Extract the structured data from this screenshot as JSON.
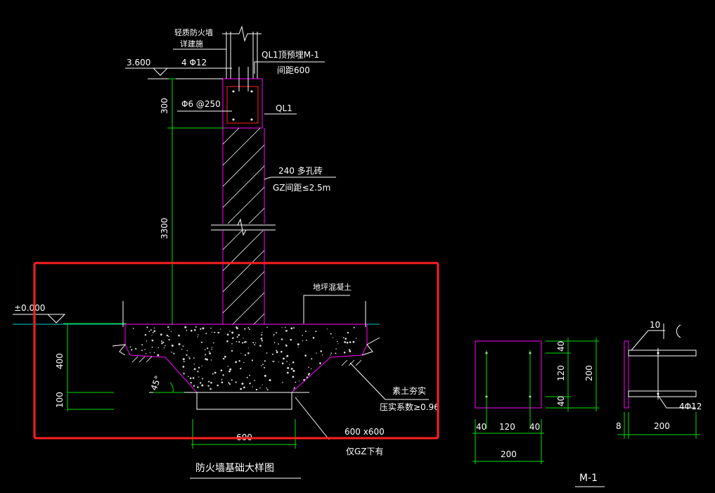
{
  "drawing": {
    "title": "防火墙基础大样图",
    "labels": {
      "wall_top_1": "轻质防火墙",
      "wall_top_2": "详建施",
      "elev_top": "3.600",
      "rebar_4": "4 Φ12",
      "ql1_embed": "QL1顶预埋M-1",
      "embed_spacing": "间距600",
      "stirrup": "Φ6 @250",
      "ql1": "QL1",
      "brick_1": "240 多孔砖",
      "brick_2": "GZ间距≤2.5m",
      "floor_concrete": "地坪混凝土",
      "elev_zero": "±0.000",
      "soil_1": "素土夯实",
      "soil_2": "压实系数≥0.96",
      "angle": "45°",
      "footing_size": "600 x600",
      "footing_note": "仅GZ下有"
    },
    "dims": {
      "d300": "300",
      "d3300": "3300",
      "d400": "400",
      "d100": "100",
      "d600": "600"
    },
    "plate": {
      "title": "M-1",
      "d40a": "40",
      "d120": "120",
      "d40b": "40",
      "d200w": "200",
      "d40c": "40",
      "d120v": "120",
      "d40d": "40",
      "d200h": "200",
      "weld": "10",
      "rebar": "4Φ12",
      "d8": "8",
      "d200s": "200"
    }
  },
  "highlight_color": "#ff2020"
}
